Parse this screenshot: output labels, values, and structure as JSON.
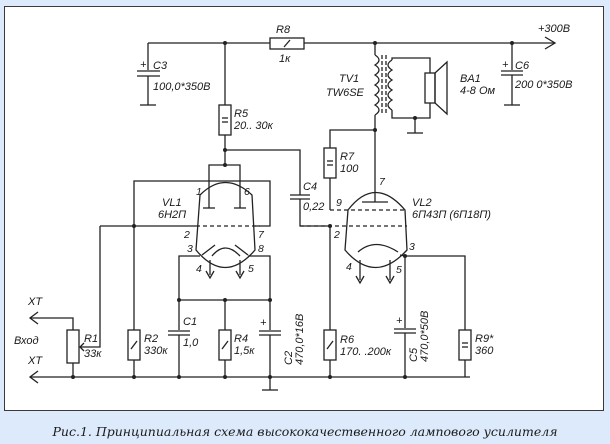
{
  "caption": "Рис.1. Принципиальная схема высококачественного лампового усилителя",
  "supply": {
    "label": "+300В"
  },
  "components": {
    "R8": {
      "ref": "R8",
      "value": "1к"
    },
    "C3": {
      "ref": "C3",
      "value": "100,0*350В"
    },
    "R5": {
      "ref": "R5",
      "value": "20.. 30к"
    },
    "TV1": {
      "ref": "TV1",
      "value": "TW6SE"
    },
    "BA1": {
      "ref": "BA1",
      "value": "4-8 Ом"
    },
    "C6": {
      "ref": "C6",
      "value": "200 0*350В"
    },
    "R7": {
      "ref": "R7",
      "value": "100"
    },
    "C4": {
      "ref": "C4",
      "value": "0,22"
    },
    "VL1": {
      "ref": "VL1",
      "value": "6Н2П",
      "pins": [
        "1",
        "6",
        "2",
        "7",
        "3",
        "8",
        "4",
        "5"
      ]
    },
    "VL2": {
      "ref": "VL2",
      "value": "6П43П (6П18П)",
      "pins": [
        "7",
        "9",
        "2",
        "3",
        "4",
        "5"
      ]
    },
    "R1": {
      "ref": "R1",
      "value": "33к"
    },
    "R2": {
      "ref": "R2",
      "value": "330к"
    },
    "C1": {
      "ref": "C1",
      "value": "1,0"
    },
    "R4": {
      "ref": "R4",
      "value": "1,5к"
    },
    "C2": {
      "ref": "C2",
      "value": "470,0*16В"
    },
    "R6": {
      "ref": "R6",
      "value": "170. .200к"
    },
    "C5": {
      "ref": "C5",
      "value": "470,0*50В"
    },
    "R9": {
      "ref": "R9*",
      "value": "360"
    }
  },
  "input": {
    "xt_top": "XT",
    "xt_bottom": "XT",
    "label": "Вход"
  },
  "polarity": "+"
}
